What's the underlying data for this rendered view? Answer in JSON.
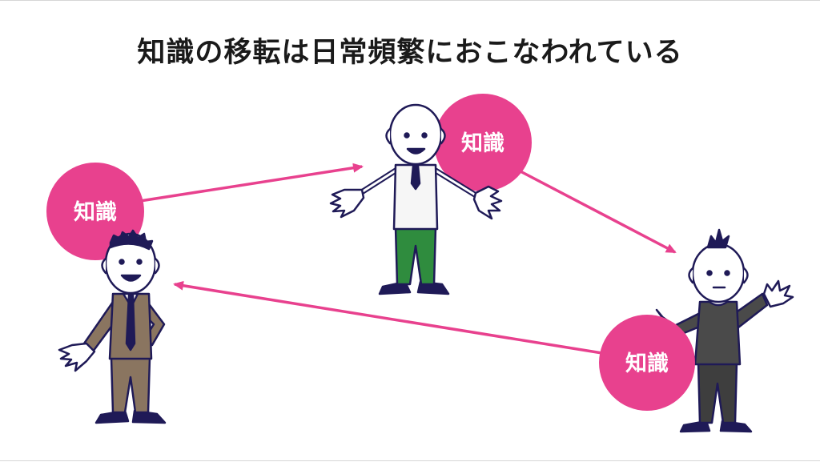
{
  "slide": {
    "title": "知識の移転は日常頻繁におこなわれている"
  },
  "bubbles": {
    "left": "知識",
    "center": "知識",
    "right": "知識"
  },
  "colors": {
    "accent": "#e8418e",
    "arrow": "#e8418e",
    "outline": "#1f1a57",
    "suit_left": "#8a7560",
    "pants_center": "#2f8c3e",
    "shirt_right": "#4a4a4a"
  },
  "figures": {
    "left": "person-brown-suit",
    "center": "person-green-pants",
    "right": "person-dark-sweater"
  }
}
